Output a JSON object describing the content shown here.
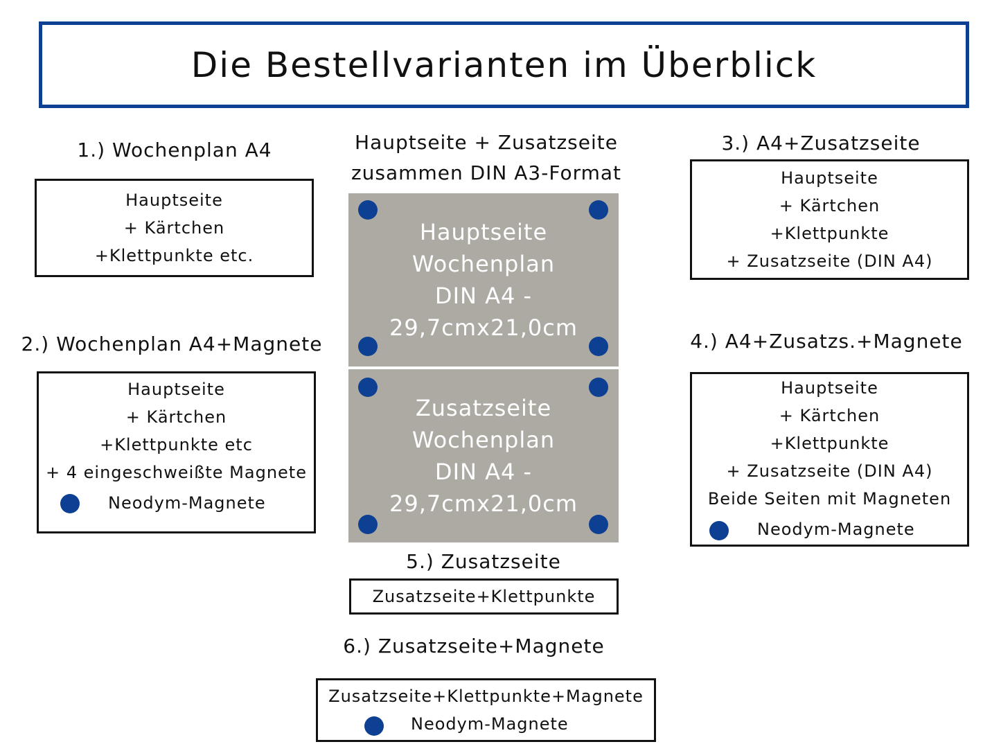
{
  "title": "Die Bestellvarianten im Überblick",
  "colors": {
    "accent": "#0d3f93",
    "sheet": "#adaaa3",
    "border": "#111111"
  },
  "center_heading": {
    "line1": "Hauptseite + Zusatzseite",
    "line2": "zusammen DIN A3-Format"
  },
  "sheets": {
    "top": [
      "Hauptseite",
      "Wochenplan",
      "DIN A4 -",
      "29,7cmx21,0cm"
    ],
    "bottom": [
      "Zusatzseite",
      "Wochenplan",
      "DIN A4 -",
      "29,7cmx21,0cm"
    ]
  },
  "variants": {
    "v1": {
      "heading": "1.) Wochenplan A4",
      "lines": [
        "Hauptseite",
        "+ Kärtchen",
        "+Klettpunkte etc."
      ]
    },
    "v2": {
      "heading": "2.) Wochenplan A4+Magnete",
      "lines": [
        "Hauptseite",
        "+ Kärtchen",
        "+Klettpunkte etc",
        "+ 4 eingeschweißte Magnete"
      ],
      "legend": "Neodym-Magnete"
    },
    "v3": {
      "heading": "3.)  A4+Zusatzseite",
      "lines": [
        "Hauptseite",
        "+ Kärtchen",
        "+Klettpunkte",
        "+ Zusatzseite (DIN A4)"
      ]
    },
    "v4": {
      "heading": "4.) A4+Zusatzs.+Magnete",
      "lines": [
        "Hauptseite",
        "+ Kärtchen",
        "+Klettpunkte",
        "+ Zusatzseite (DIN A4)",
        "Beide Seiten mit Magneten"
      ],
      "legend": "Neodym-Magnete"
    },
    "v5": {
      "heading": "5.) Zusatzseite",
      "lines": [
        "Zusatzseite+Klettpunkte"
      ]
    },
    "v6": {
      "heading": "6.) Zusatzseite+Magnete",
      "lines": [
        "Zusatzseite+Klettpunkte+Magnete"
      ],
      "legend": "Neodym-Magnete"
    }
  }
}
